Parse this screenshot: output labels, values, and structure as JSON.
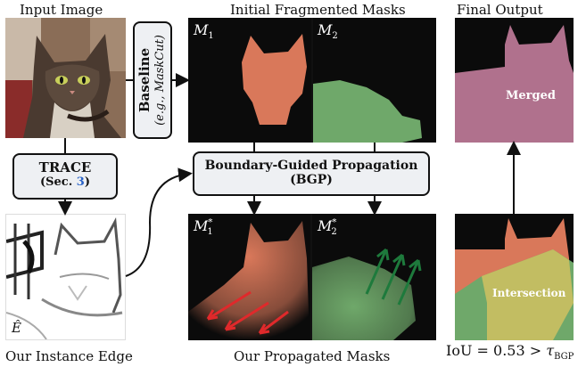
{
  "captions": {
    "input_image": "Input Image",
    "initial_masks": "Initial Fragmented Masks",
    "final_output": "Final Output",
    "instance_edge": "Our Instance Edge",
    "propagated_masks": "Our Propagated Masks"
  },
  "baseline_box": {
    "title": "Baseline",
    "subtitle": "(e.g., MaskCut)"
  },
  "trace_box": {
    "title": "TRACE",
    "ref_prefix": "(Sec. ",
    "ref_num": "3",
    "ref_suffix": ")"
  },
  "bgp_box": {
    "line1": "Boundary-Guided Propagation",
    "line2": "(BGP)"
  },
  "mask_labels": {
    "m1": "M",
    "m1_sub": "1",
    "m2": "M",
    "m2_sub": "2",
    "star": "*"
  },
  "edge_label": "Ê",
  "final_labels": {
    "merged": "Merged",
    "intersection": "Intersection"
  },
  "iou_text": {
    "prefix": "IoU = 0.53 > ",
    "tau": "τ",
    "tau_sub": "BGP"
  },
  "colors": {
    "mask_orange": "#d9785a",
    "mask_green": "#6fa86a",
    "merged_pink": "#b0718d",
    "intersection_yellow": "#c2bd62",
    "arrow_red": "#e0292b",
    "arrow_green": "#1e7a3c",
    "ref_blue": "#2a63c8"
  }
}
